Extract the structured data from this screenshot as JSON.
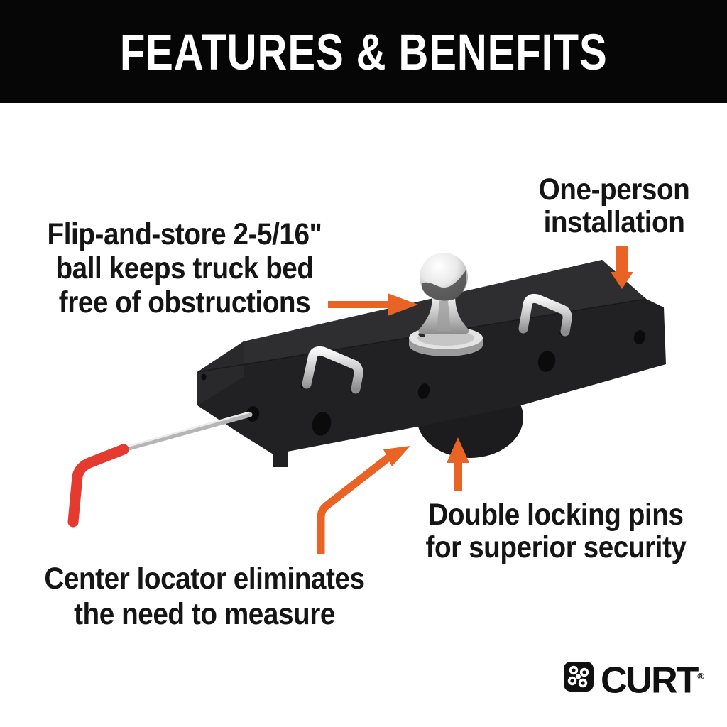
{
  "header": {
    "title": "FEATURES & BENEFITS"
  },
  "callouts": {
    "flip_ball": {
      "lines": [
        "Flip-and-store 2-5/16\"",
        "ball keeps truck bed",
        "free of obstructions"
      ]
    },
    "one_person": {
      "lines": [
        "One-person",
        "installation"
      ]
    },
    "locking_pins": {
      "lines": [
        "Double locking pins",
        "for superior security"
      ]
    },
    "center_locator": {
      "lines": [
        "Center locator eliminates",
        "the need to measure"
      ]
    }
  },
  "brand": {
    "wordmark": "CURT",
    "registered": "®"
  },
  "icons": {
    "product": "gooseneck-hitch-render",
    "logo": "curt-circles-logo",
    "arrows": [
      "flip-ball-arrow",
      "one-person-arrow",
      "locking-pins-arrow",
      "center-locator-arrow"
    ]
  },
  "colors": {
    "accent_orange": "#E96424",
    "handle_red": "#E53A30",
    "product_black": "#212123",
    "header_black": "#060606",
    "text_black": "#151515",
    "background": "#FFFFFF"
  }
}
